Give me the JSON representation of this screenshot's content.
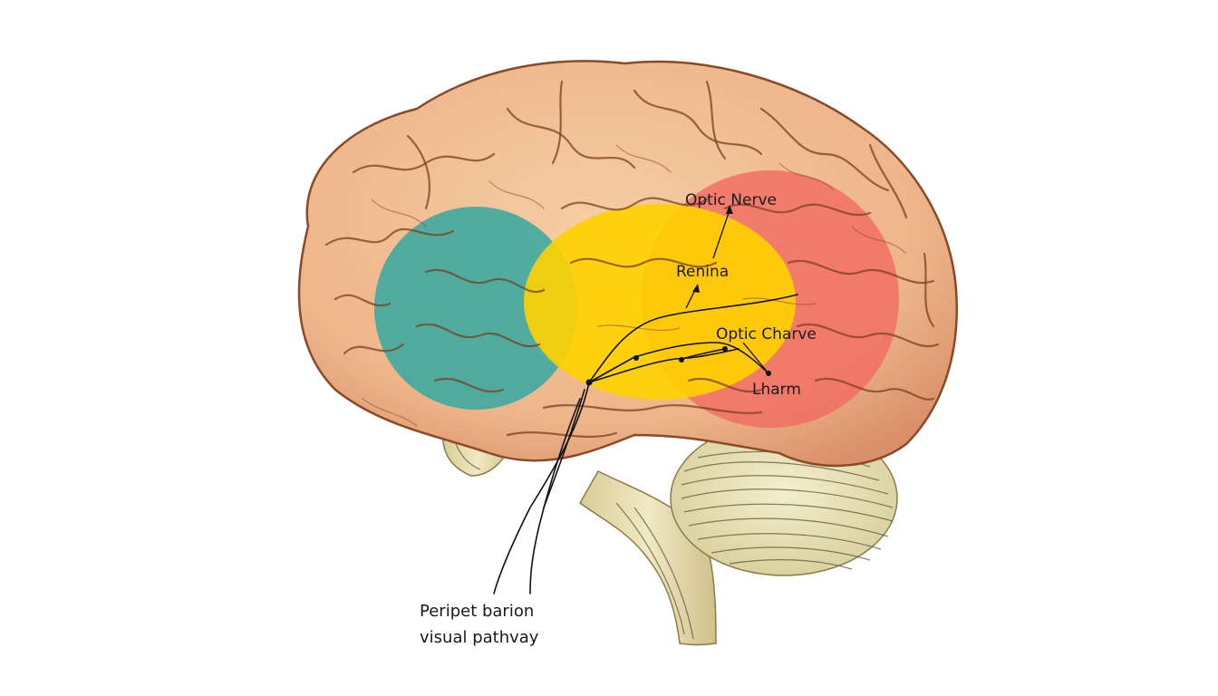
{
  "labels": {
    "optic_nerve": "Optic Nerve",
    "renina": "Renina",
    "optic_charve": "Optic Charve",
    "lharm": "Lharm",
    "caption_line1": "Peripet barion",
    "caption_line2": "visual pathvay"
  },
  "colors": {
    "cortex": "#f0bb90",
    "cortex_outline": "#8a4a2a",
    "teal_region": "#3aa9a0",
    "yellow_region": "#ffd200",
    "red_region": "#f26d63",
    "cerebellum": "#ece6c0",
    "brainstem": "#e6dcae"
  }
}
